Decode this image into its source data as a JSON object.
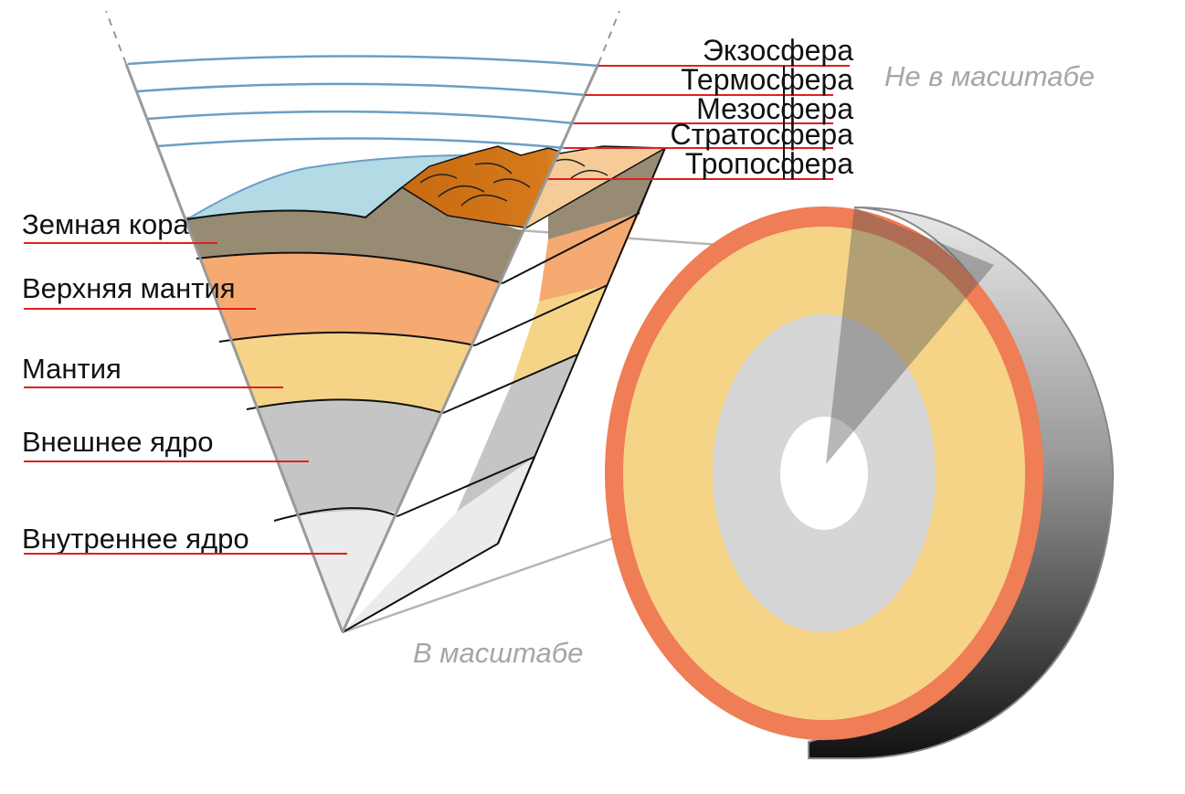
{
  "atmosphere_labels": {
    "exosphere": "Экзосфера",
    "thermosphere": "Термосфера",
    "mesosphere": "Мезосфера",
    "stratosphere": "Стратосфера",
    "troposphere": "Тропосфера"
  },
  "earth_labels": {
    "crust": "Земная кора",
    "upper_mantle": "Верхняя мантия",
    "mantle": "Мантия",
    "outer_core": "Внешнее ядро",
    "inner_core": "Внутреннее ядро"
  },
  "notes": {
    "not_to_scale": "Не в масштабе",
    "to_scale": "В масштабе"
  },
  "colors": {
    "ocean": "#b3dbe6",
    "crust": "#978b74",
    "upper_mantle": "#f5aa72",
    "mantle": "#f5d488",
    "outer_core": "#c5c5c5",
    "inner_core": "#ebebed",
    "mountain": "#d0700e",
    "annotation_line": "#e02020",
    "atmosphere_line": "#6b9ec4",
    "note_text": "#a6a6a6"
  }
}
